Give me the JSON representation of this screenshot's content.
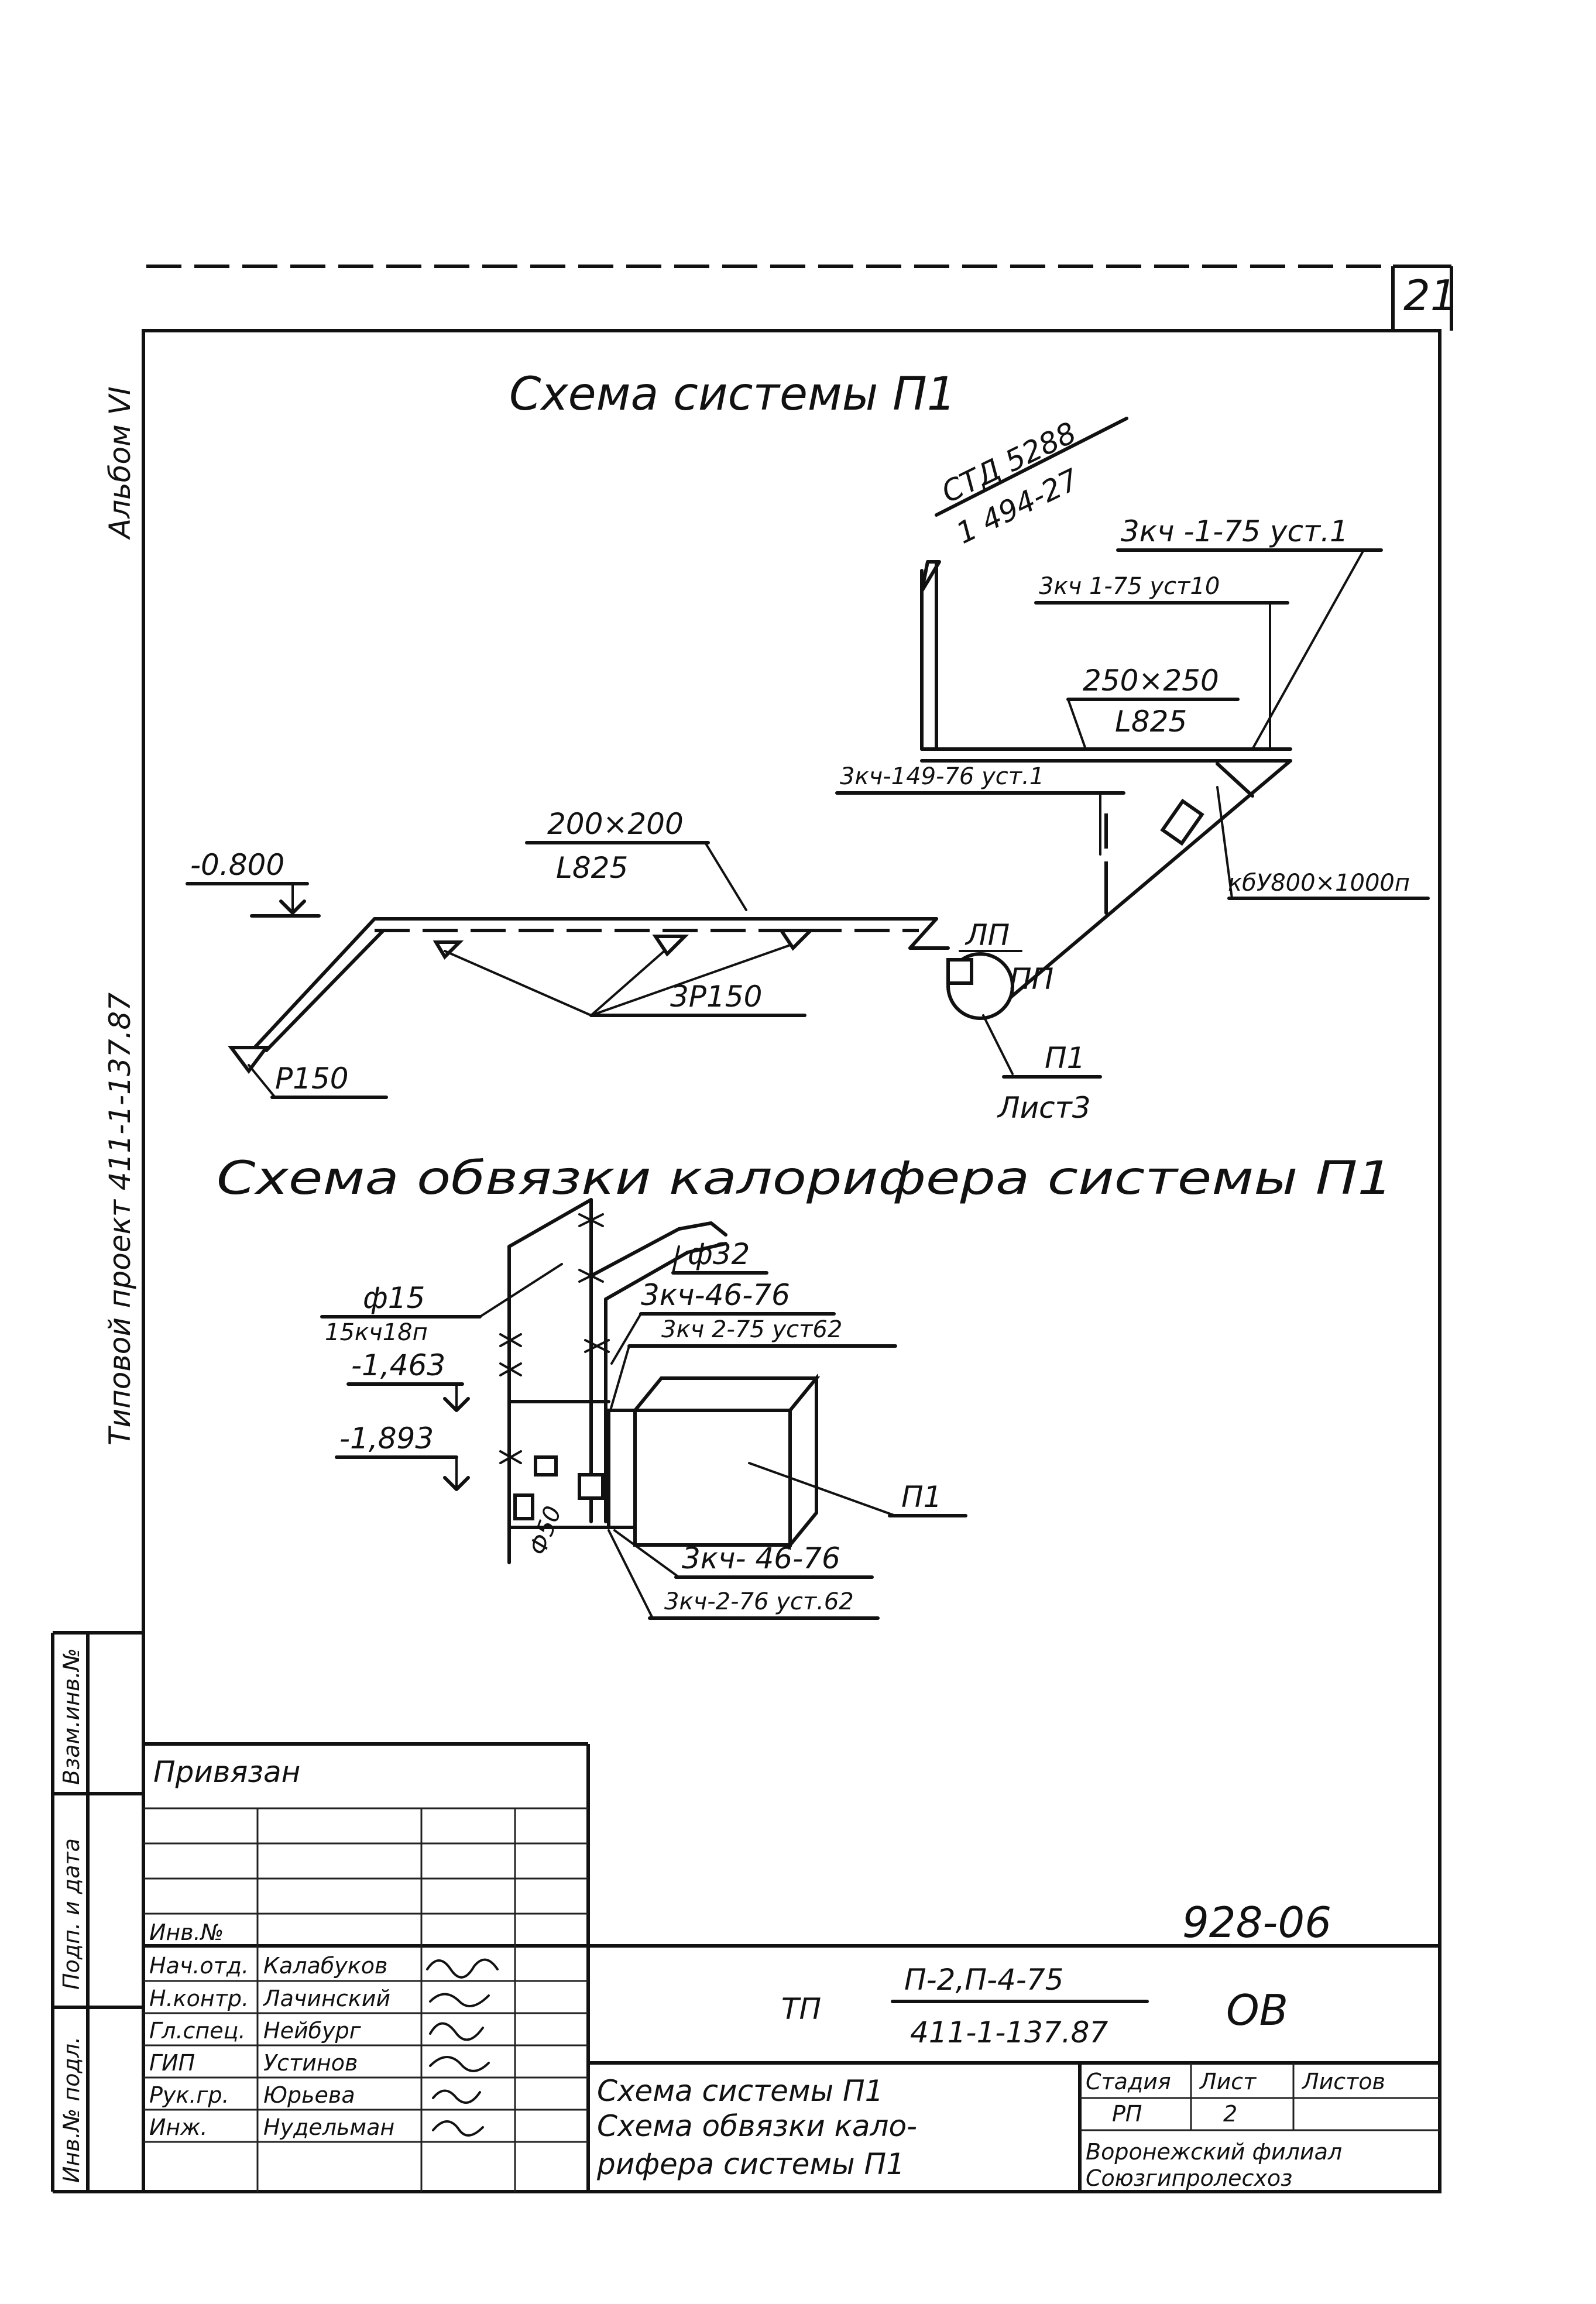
{
  "sheet": {
    "page_number": "21",
    "album_label": "Альбом VI",
    "side_project_label": "Типовой проект 411-1-137.87"
  },
  "scheme_p1": {
    "title": "Схема системы П1",
    "std_code": "СТД 5288",
    "std_series": "1 494-27",
    "label_zkch_1_75_ust1": "3кч -1-75 уст.1",
    "label_zkch_1_75_ust10": "3кч 1-75 уст10",
    "duct_250_size": "250×250",
    "duct_250_len": "L825",
    "label_zkch_149_76": "3кч-149-76 уст.1",
    "duct_200_size": "200×200",
    "duct_200_len": "L825",
    "level_mark": "-0.800",
    "valve_code": "кбУ800×1000п",
    "label_lp": "ЛП",
    "label_pp": "ПП",
    "diffuser_group": "3Р150",
    "diffuser_single": "Р150",
    "unit_label": "П1",
    "unit_sheet_ref": "Лист3"
  },
  "scheme_heater": {
    "title": "Схема обвязки калорифера системы П1",
    "pipe_d32": "ф32",
    "pipe_d15": "ф15",
    "valve_15kch18p": "15кч18п",
    "level_1": "-1,463",
    "level_2": "-1,893",
    "label_zkch_46_76_a": "3кч-46-76",
    "label_zkch_2_75_ust62": "3кч 2-75 уст62",
    "label_zkch_46_76_b": "3кч- 46-76",
    "label_zkch_2_76_ust62": "3кч-2-76 уст.62",
    "unit_label": "П1",
    "mark_d50": "Ф50"
  },
  "title_block": {
    "binding_label": "Привязан",
    "side_cells": [
      "Взам.инв.№",
      "Подп. и дата",
      "Инв.№ подл."
    ],
    "inv_label": "Инв.№",
    "signatures": [
      {
        "role": "Нач.отд.",
        "name": "Калабуков"
      },
      {
        "role": "Н.контр.",
        "name": "Лачинский"
      },
      {
        "role": "Гл.спец.",
        "name": "Нейбург"
      },
      {
        "role": "ГИП",
        "name": "Устинов"
      },
      {
        "role": "Рук.гр.",
        "name": "Юрьева"
      },
      {
        "role": "Инж.",
        "name": "Нудельман"
      }
    ],
    "doc_number": "928-06",
    "project_prefix": "ТП",
    "project_code_top": "П-2,П-4-75",
    "project_code_bottom": "411-1-137.87",
    "mark": "ОВ",
    "sheet_title_lines": [
      "Схема системы П1",
      "Схема обвязки кало-",
      "рифера системы П1"
    ],
    "stage_label": "Стадия",
    "sheet_label": "Лист",
    "sheets_label": "Листов",
    "stage_value": "РП",
    "sheet_value": "2",
    "org_lines": [
      "Воронежский филиал",
      "Союзгипролесхоз"
    ]
  },
  "colors": {
    "ink": "#111111",
    "paper": "#ffffff"
  }
}
